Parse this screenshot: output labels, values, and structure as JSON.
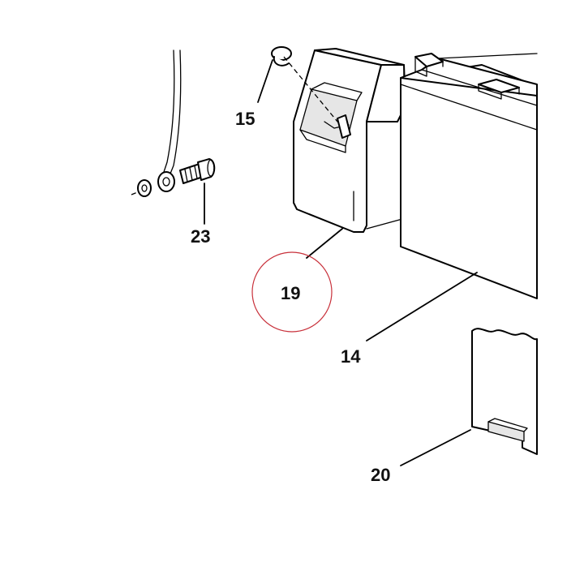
{
  "callouts": [
    {
      "id": "15",
      "label": "15"
    },
    {
      "id": "23",
      "label": "23"
    },
    {
      "id": "19",
      "label": "19"
    },
    {
      "id": "14",
      "label": "14"
    },
    {
      "id": "20",
      "label": "20"
    }
  ],
  "colors": {
    "line": "#000000",
    "highlight": "#c8303a",
    "background": "#ffffff"
  },
  "highlighted_callout": "19"
}
